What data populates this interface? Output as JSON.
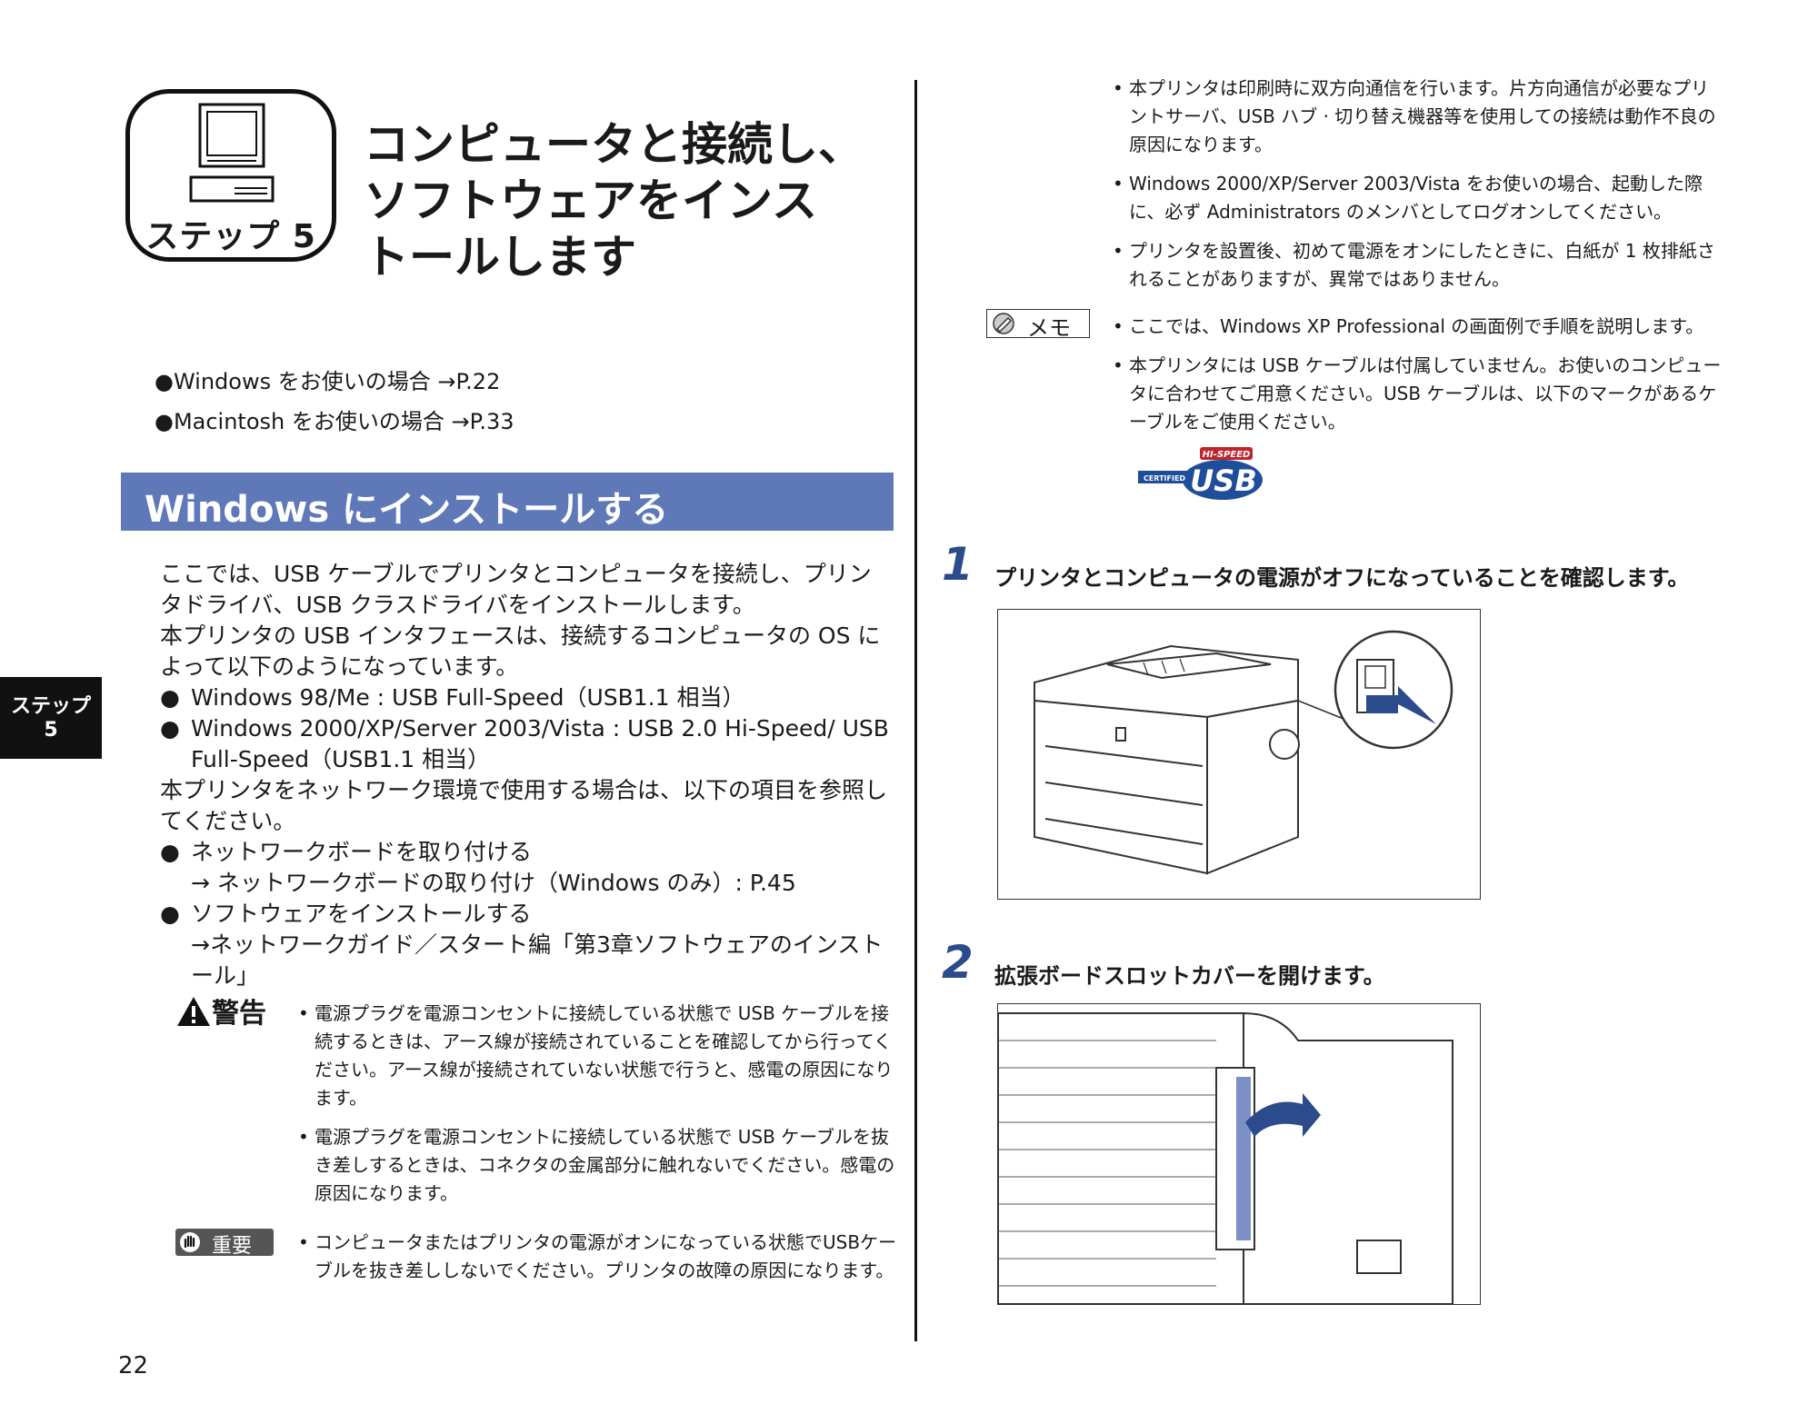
{
  "step": {
    "label": "ステップ 5"
  },
  "title": {
    "lines": [
      "コンピュータと接続し、",
      "ソフトウェアをインス",
      "トールします"
    ]
  },
  "links": [
    "●Windows をお使いの場合 →P.22",
    "●Macintosh をお使いの場合 →P.33"
  ],
  "section": {
    "title": "Windows にインストールする"
  },
  "body": {
    "intro1": "ここでは、USB ケーブルでプリンタとコンピュータを接続し、プリンタドライバ、USB クラスドライバをインストールします。",
    "intro2": "本プリンタの USB インタフェースは、接続するコンピュータの OS によって以下のようになっています。",
    "bullet1": "Windows 98/Me : USB Full-Speed（USB1.1 相当）",
    "bullet2": "Windows 2000/XP/Server 2003/Vista : USB 2.0 Hi-Speed/ USB Full-Speed（USB1.1 相当）",
    "intro3": "本プリンタをネットワーク環境で使用する場合は、以下の項目を参照してください。",
    "bullet3": "ネットワークボードを取り付ける",
    "ref3": "→ ネットワークボードの取り付け（Windows のみ）: P.45",
    "bullet4": "ソフトウェアをインストールする",
    "ref4": "→ネットワークガイド／スタート編「第3章ソフトウェアのインストール」"
  },
  "warning": {
    "label": "警告",
    "items": [
      "電源プラグを電源コンセントに接続している状態で USB ケーブルを接続するときは、アース線が接続されていることを確認してから行ってください。アース線が接続されていない状態で行うと、感電の原因になります。",
      "電源プラグを電源コンセントに接続している状態で USB ケーブルを抜き差しするときは、コネクタの金属部分に触れないでください。感電の原因になります。"
    ]
  },
  "important": {
    "label": "重要",
    "items": [
      "コンピュータまたはプリンタの電源がオンになっている状態でUSBケーブルを抜き差ししないでください。プリンタの故障の原因になります。"
    ]
  },
  "right_notes": [
    "本プリンタは印刷時に双方向通信を行います。片方向通信が必要なプリントサーバ、USB ハブ · 切り替え機器等を使用しての接続は動作不良の原因になります。",
    "Windows 2000/XP/Server 2003/Vista をお使いの場合、起動した際に、必ず Administrators のメンバとしてログオンしてください。",
    "プリンタを設置後、初めて電源をオンにしたときに、白紙が 1 枚排紙されることがありますが、異常ではありません。"
  ],
  "memo": {
    "label": "メモ",
    "items": [
      "ここでは、Windows XP Professional の画面例で手順を説明します。",
      "本プリンタには USB ケーブルは付属していません。お使いのコンピュータに合わせてご用意ください。USB ケーブルは、以下のマークがあるケーブルをご使用ください。"
    ]
  },
  "usb_logo": {
    "top": "HI-SPEED",
    "side": "CERTIFIED",
    "main": "USB"
  },
  "steps": [
    {
      "num": "1",
      "text": "プリンタとコンピュータの電源がオフになっていることを確認します。"
    },
    {
      "num": "2",
      "text": "拡張ボードスロットカバーを開けます。"
    }
  ],
  "side_tab": {
    "line1": "ステップ",
    "line2": "5"
  },
  "page_number": "22",
  "colors": {
    "section_bar": "#5f78b8",
    "arrow": "#2b4b8c"
  }
}
